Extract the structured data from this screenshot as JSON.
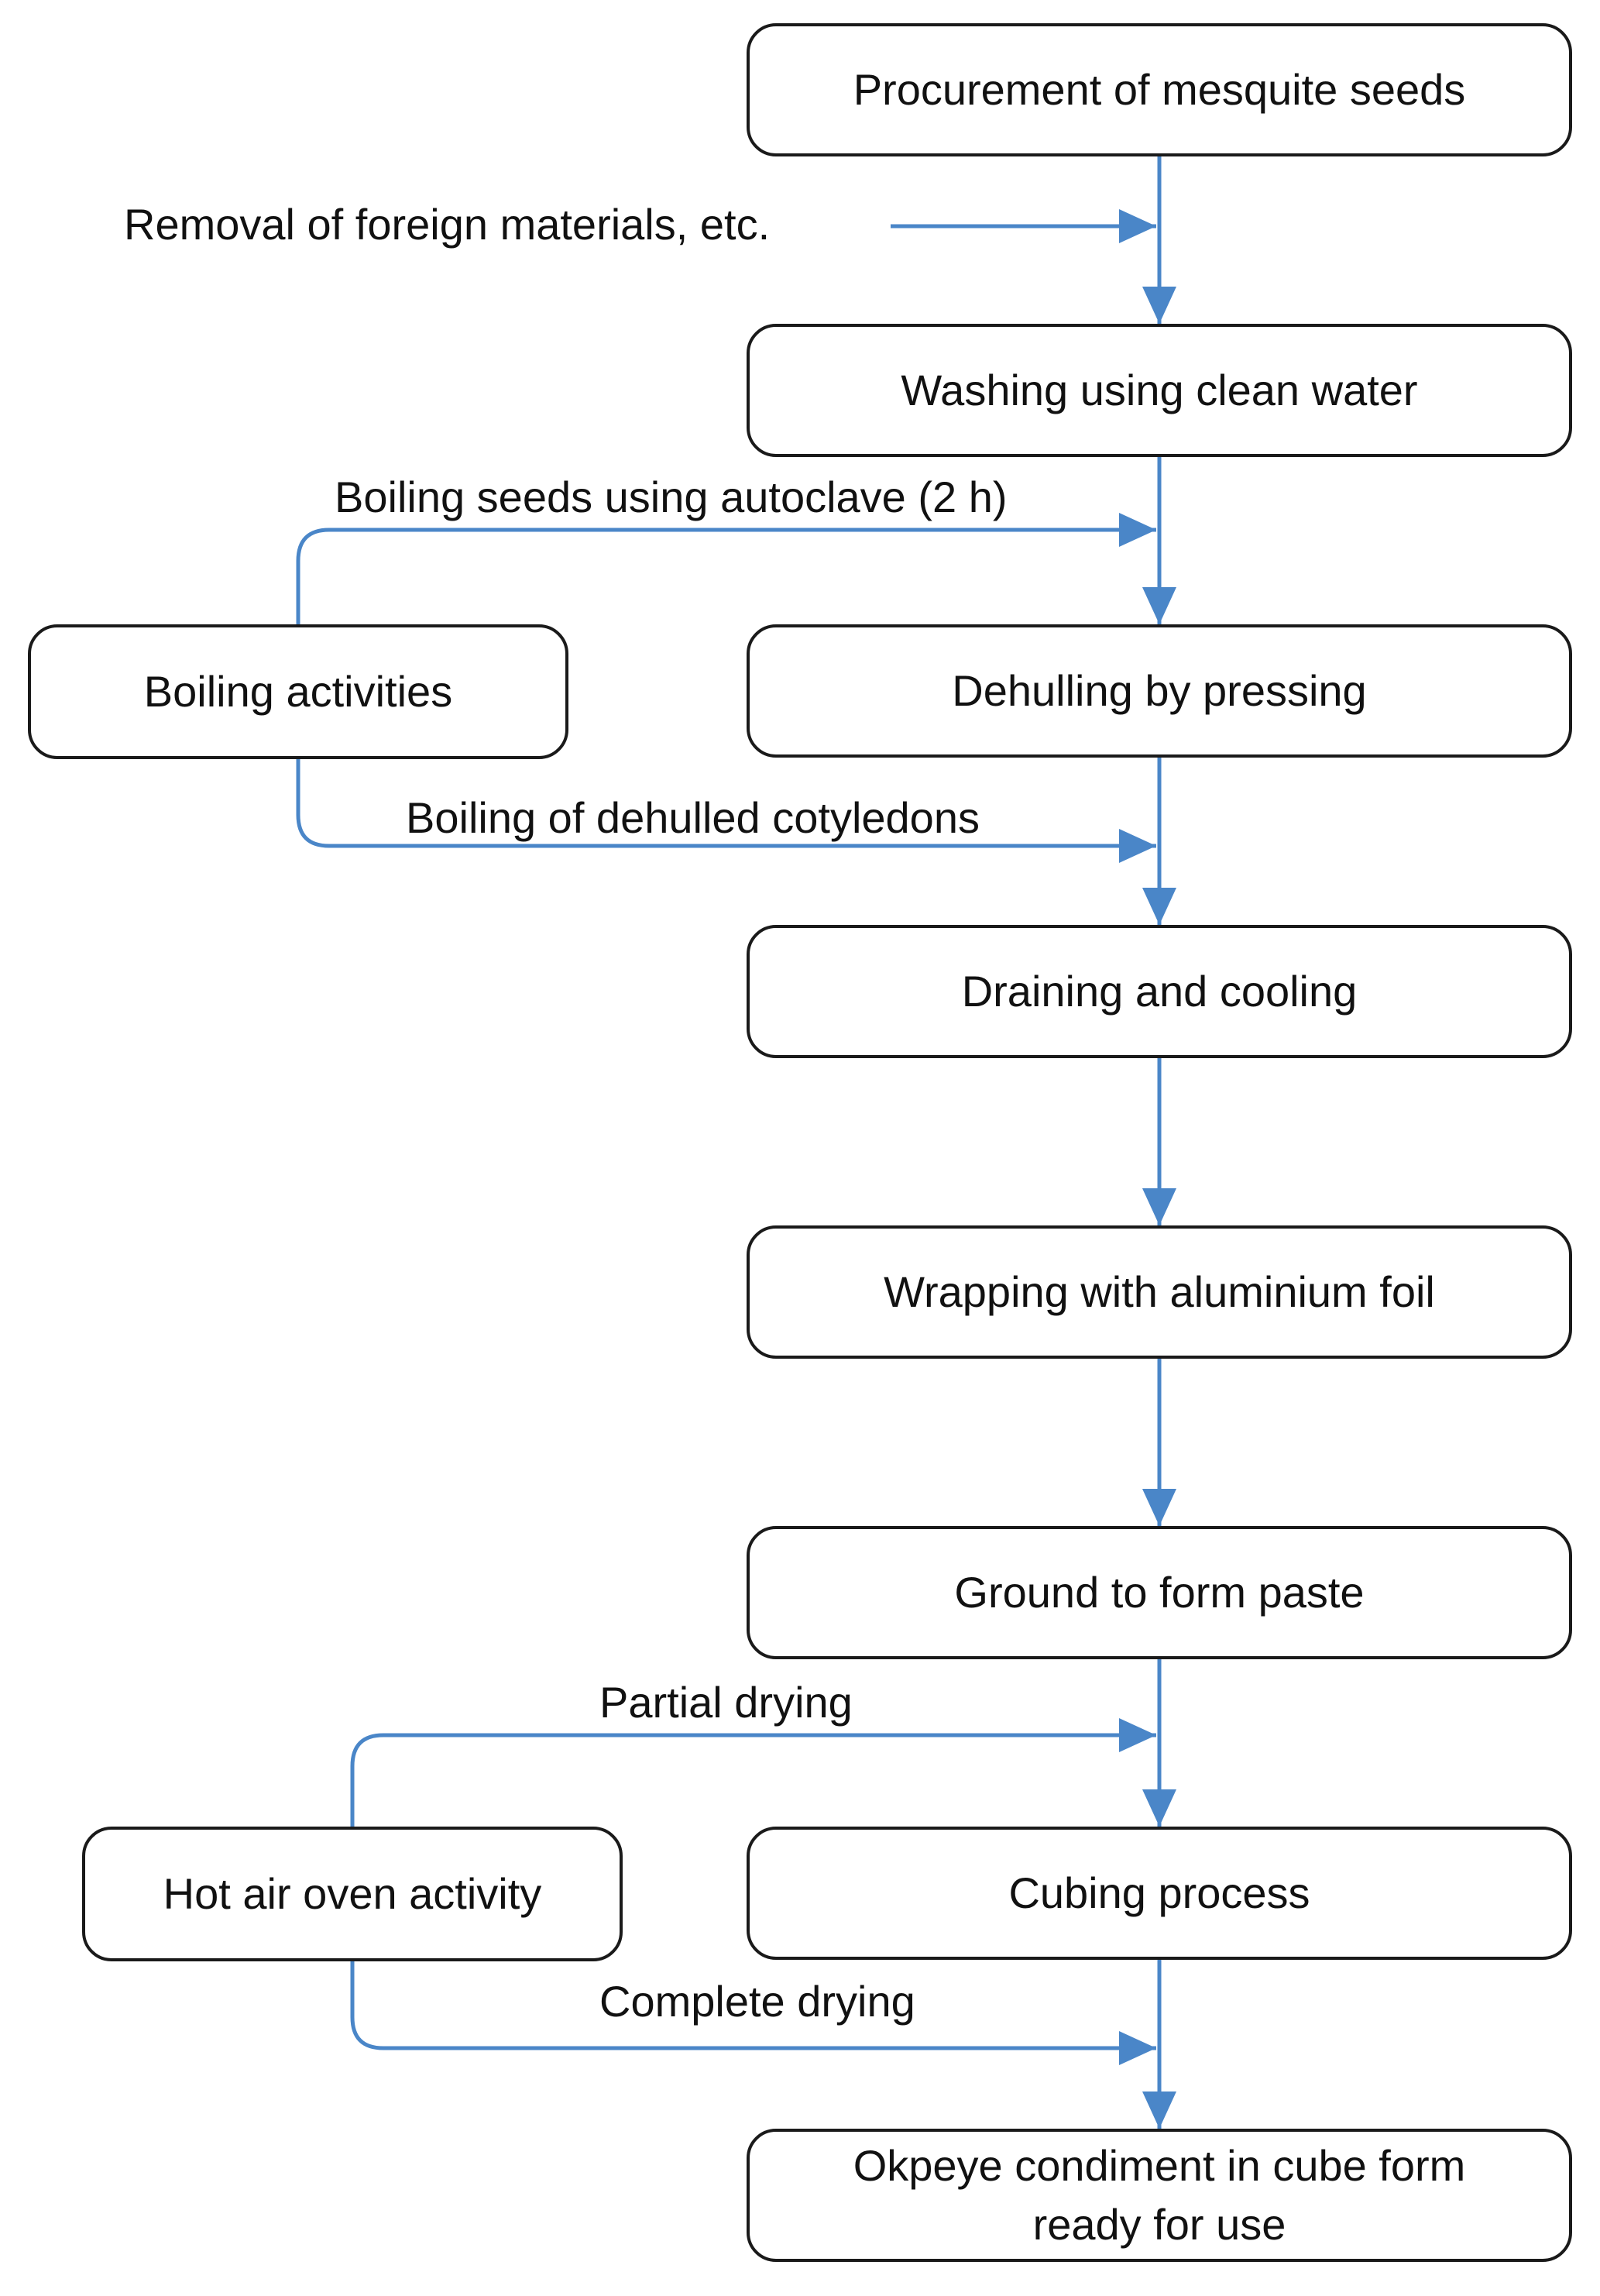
{
  "steps": {
    "procurement": "Procurement of mesquite seeds",
    "washing": "Washing using clean water",
    "dehulling": "Dehulling by pressing",
    "draining": "Draining and cooling",
    "wrapping": "Wrapping with aluminium foil",
    "ground": "Ground to form paste",
    "cubing": "Cubing process",
    "final_line1": "Okpeye condiment in cube form",
    "final_line2": "ready for use"
  },
  "side_boxes": {
    "boiling": "Boiling activities",
    "oven": "Hot air oven activity"
  },
  "edge_labels": {
    "removal": "Removal of foreign materials, etc.",
    "autoclave": "Boiling seeds using autoclave (2 h)",
    "cotyledons": "Boiling of dehulled cotyledons",
    "partial": "Partial drying",
    "complete": "Complete drying"
  },
  "colors": {
    "arrow": "#4a86c8",
    "box_border": "#1a1a1a"
  }
}
